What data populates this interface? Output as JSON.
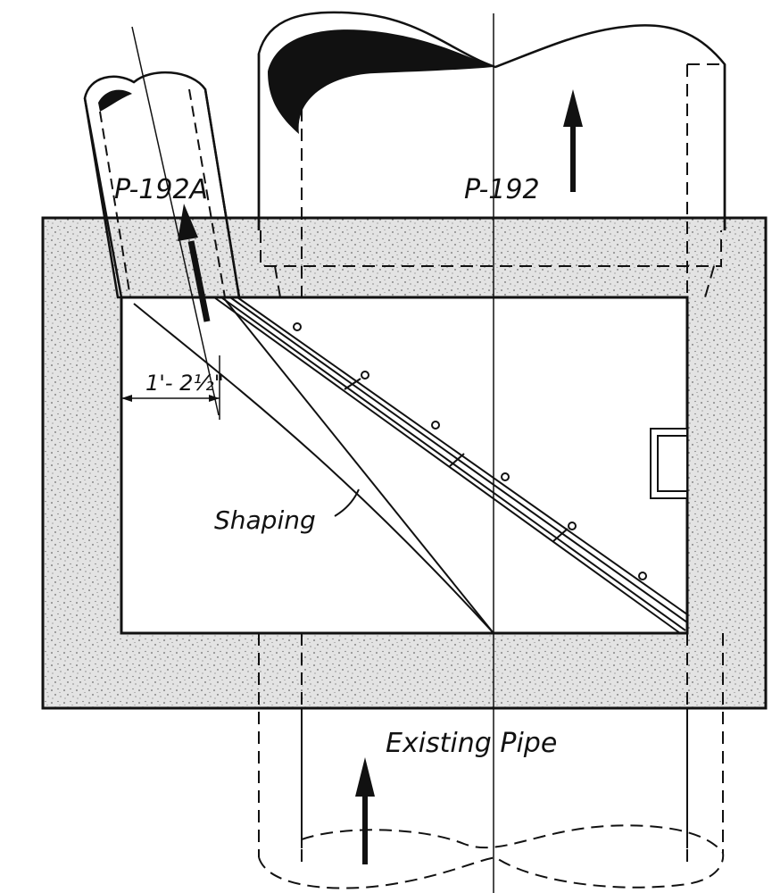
{
  "labels": {
    "branch_pipe": "P-192A",
    "main_pipe": "P-192",
    "dimension": "1'- 2½\"",
    "shaping_note": "Shaping",
    "existing_pipe_note": "Existing Pipe"
  },
  "colors": {
    "ink": "#111111",
    "concrete_fill": "#e3e3e3",
    "concrete_dots": "#444444",
    "paper": "#ffffff"
  },
  "icons": {
    "flow_arrow": "arrow-up-icon",
    "hatch": "concrete-stipple"
  }
}
